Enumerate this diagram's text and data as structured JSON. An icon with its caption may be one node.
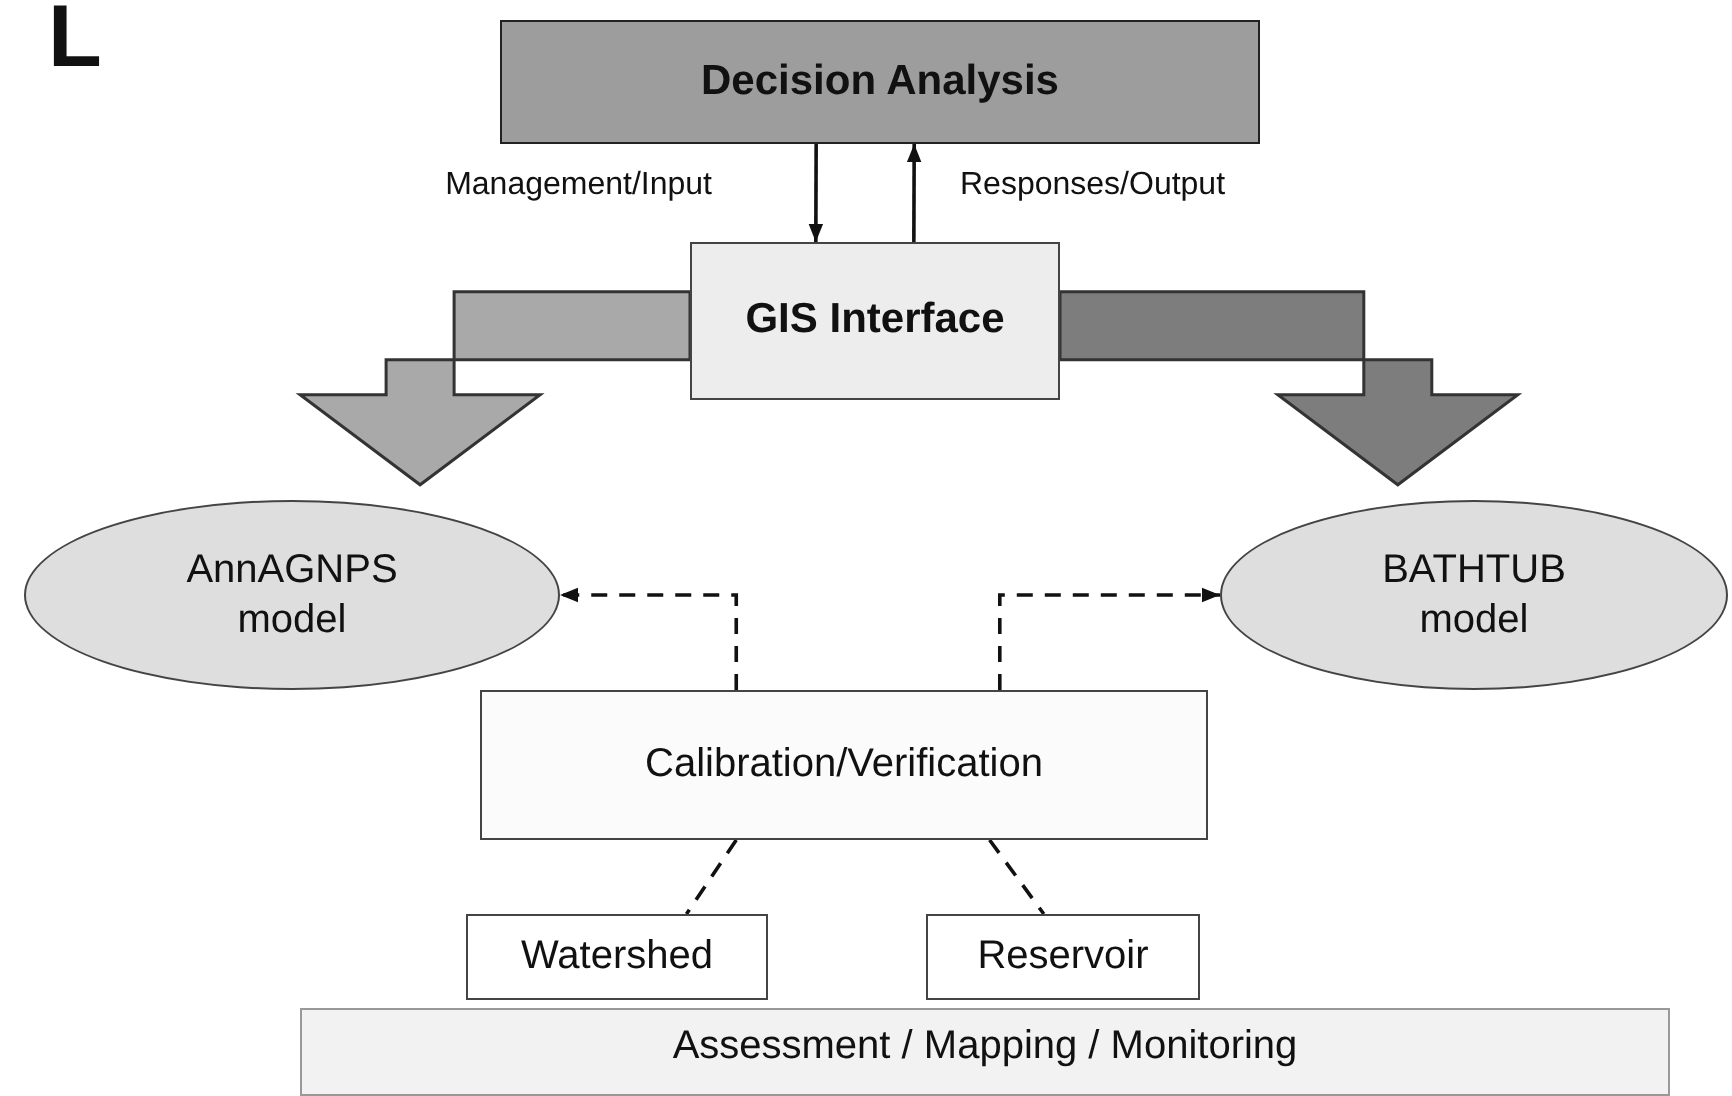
{
  "diagram": {
    "nodes": [
      {
        "text": [
          "Decision Analysis"
        ]
      },
      {
        "text": [
          "GIS Interface"
        ]
      },
      {
        "text": [
          "AnnAGNPS model"
        ]
      },
      {
        "text": [
          "BATHTUB model"
        ]
      },
      {
        "text": [
          "Calibration/Verification"
        ]
      },
      {
        "text": [
          "Watershed"
        ]
      },
      {
        "text": [
          "Reservoir"
        ]
      },
      {
        "text": [
          "Assessment / Mapping / Monitoring"
        ]
      }
    ],
    "edges": [
      {
        "from": 0,
        "to": 1,
        "arrow": "to",
        "label": "Management/Input"
      },
      {
        "from": 1,
        "to": 0,
        "arrow": "to",
        "label": "Responses/Output"
      },
      {
        "from": 1,
        "to": 2,
        "arrow": "to",
        "style": "thick",
        "color": "#a9a9a9"
      },
      {
        "from": 1,
        "to": 3,
        "arrow": "to",
        "style": "thick",
        "color": "#7d7d7d"
      },
      {
        "from": 4,
        "to": 2,
        "arrow": "to",
        "style": "dashed"
      },
      {
        "from": 4,
        "to": 3,
        "arrow": "to",
        "style": "dashed"
      },
      {
        "from": 4,
        "to": 5,
        "arrow": "none",
        "style": "dashed"
      },
      {
        "from": 4,
        "to": 6,
        "arrow": "none",
        "style": "dashed"
      }
    ],
    "labels": [
      "L"
    ]
  }
}
